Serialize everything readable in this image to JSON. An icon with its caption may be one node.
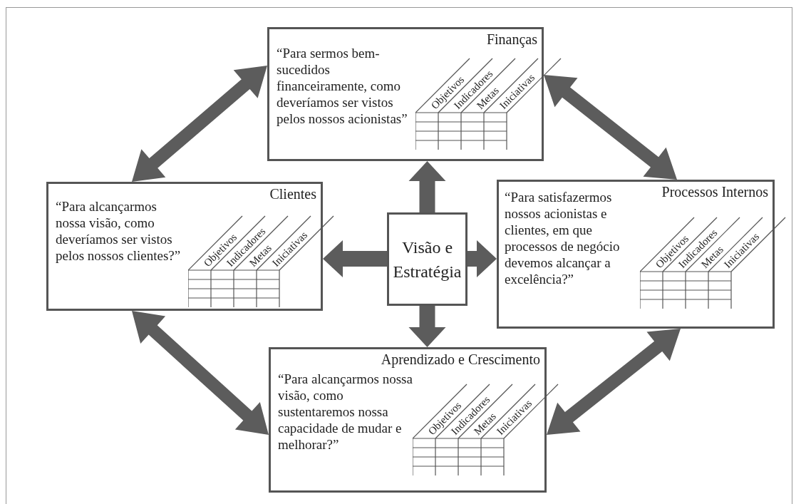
{
  "diagram": {
    "nodes": [
      {
        "text": [
          "Finanças",
          "“Para sermos bem-sucedidos financeiramente, como deveríamos ser vistos pelos nossos acionistas”",
          "Objetivos",
          "Indicadores",
          "Metas",
          "Iniciativas"
        ]
      },
      {
        "text": [
          "Clientes",
          "“Para alcançarmos nossa visão, como deveríamos ser vistos pelos nossos clientes?”",
          "Objetivos",
          "Indicadores",
          "Metas",
          "Iniciativas"
        ]
      },
      {
        "text": [
          "Visão e Estratégia"
        ]
      },
      {
        "text": [
          "Processos Internos",
          "“Para satisfazermos nossos acionistas e clientes, em que processos de negócio devemos alcançar a excelência?”",
          "Objetivos",
          "Indicadores",
          "Metas",
          "Iniciativas"
        ]
      },
      {
        "text": [
          "Aprendizado e Crescimento",
          "“Para alcançarmos nossa visão, como sustentaremos nossa capacidade de mudar e melhorar?”",
          "Objetivos",
          "Indicadores",
          "Metas",
          "Iniciativas"
        ]
      }
    ],
    "edges": [
      {
        "from": 2,
        "to": 0,
        "arrow": "to"
      },
      {
        "from": 2,
        "to": 1,
        "arrow": "to"
      },
      {
        "from": 2,
        "to": 3,
        "arrow": "to"
      },
      {
        "from": 2,
        "to": 4,
        "arrow": "to"
      },
      {
        "from": 1,
        "to": 0,
        "arrow": "both"
      },
      {
        "from": 0,
        "to": 3,
        "arrow": "both"
      },
      {
        "from": 1,
        "to": 4,
        "arrow": "both"
      },
      {
        "from": 3,
        "to": 4,
        "arrow": "both"
      }
    ]
  }
}
